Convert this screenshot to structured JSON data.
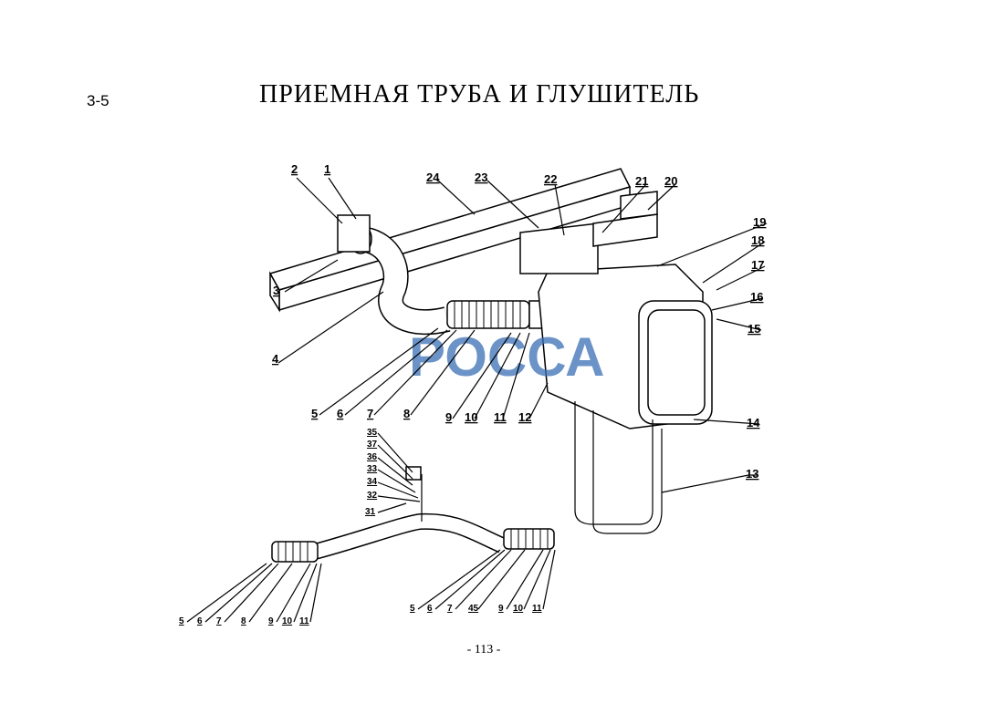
{
  "section": "3-5",
  "title": "ПРИЕМНАЯ ТРУБА И ГЛУШИТЕЛЬ",
  "page_number": "- 113 -",
  "watermark": "РОССА",
  "callouts_main": [
    "1",
    "2",
    "3",
    "4",
    "5",
    "6",
    "7",
    "8",
    "9",
    "10",
    "11",
    "12",
    "13",
    "14",
    "15",
    "16",
    "17",
    "18",
    "19",
    "20",
    "21",
    "22",
    "23",
    "24"
  ],
  "callouts_clamp": [
    "35",
    "37",
    "36",
    "33",
    "34",
    "32",
    "31"
  ],
  "callouts_bottom_left": [
    "5",
    "6",
    "7",
    "8",
    "9",
    "10",
    "11"
  ],
  "callouts_bottom_right": [
    "5",
    "6",
    "7",
    "45",
    "9",
    "10",
    "11"
  ]
}
